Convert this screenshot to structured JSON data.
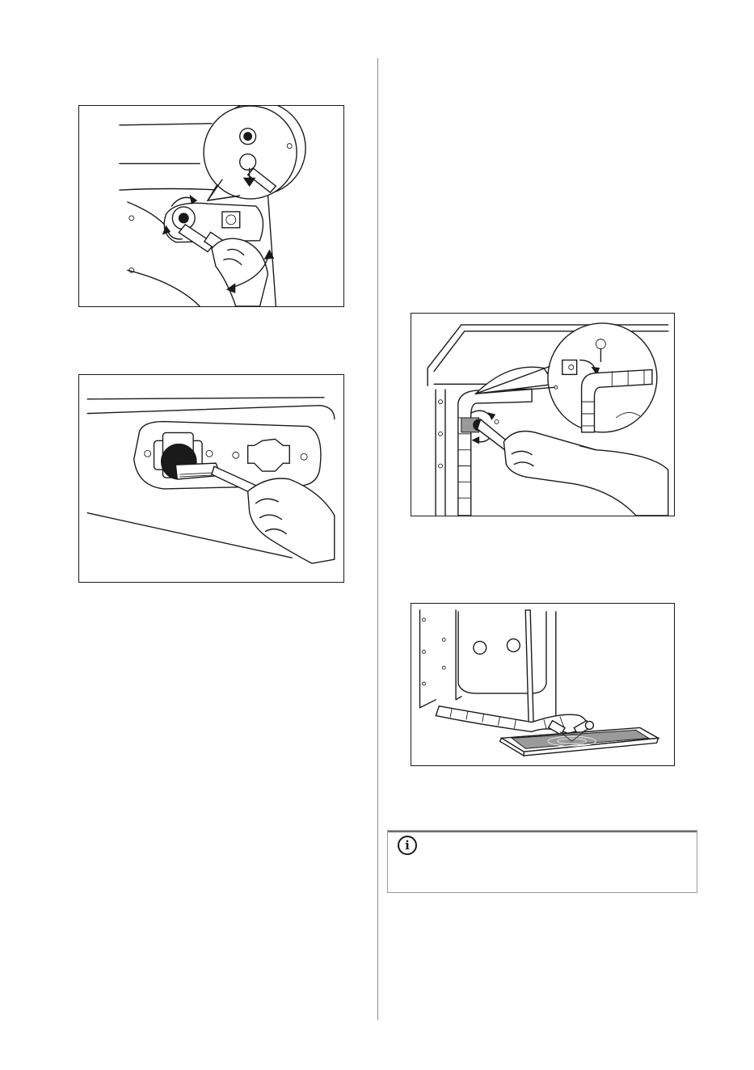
{
  "page": {
    "figures": [
      {
        "id": "fig1",
        "illustration": "inlet-hose-unscrew-illustration"
      },
      {
        "id": "fig2",
        "illustration": "inlet-filter-brush-cleaning-illustration"
      },
      {
        "id": "fig3",
        "illustration": "hose-wrench-disconnect-illustration"
      },
      {
        "id": "fig4",
        "illustration": "hose-drain-into-tray-illustration"
      }
    ],
    "info_note": {
      "icon": "info-icon",
      "icon_glyph": "i"
    }
  }
}
